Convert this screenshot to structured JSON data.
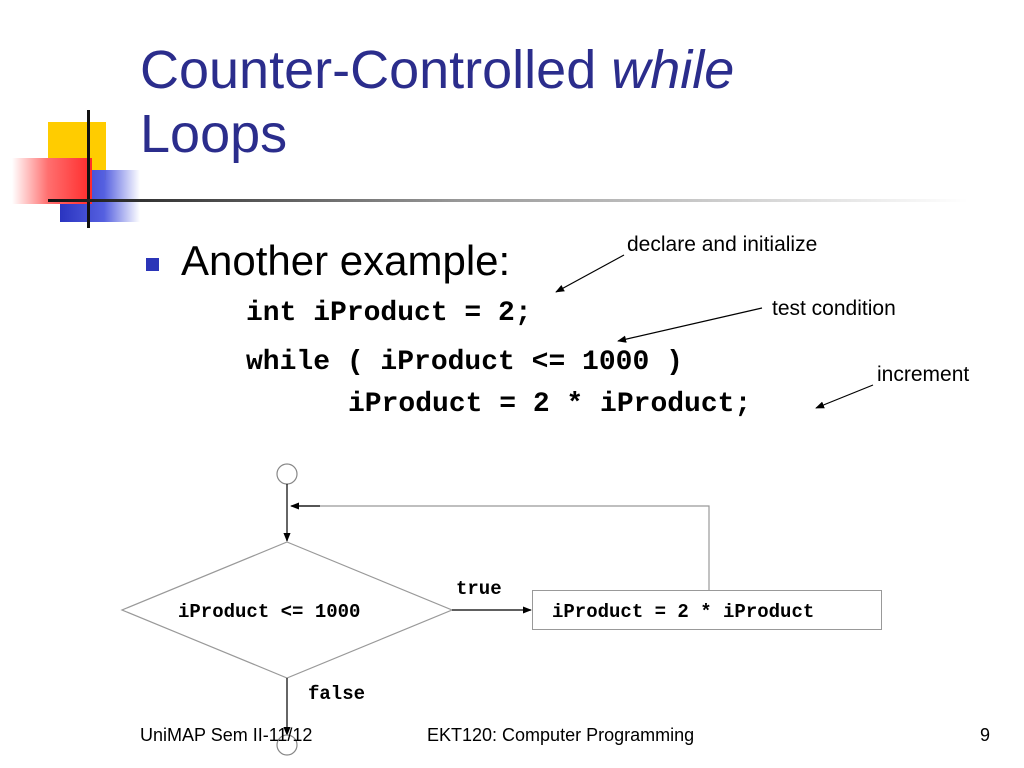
{
  "title": {
    "main": "Counter-Controlled ",
    "italic": "while",
    "line2": "Loops"
  },
  "bullet": {
    "text": "Another example:"
  },
  "code": {
    "line1": "int iProduct = 2;",
    "line2": "while ( iProduct <= 1000 )",
    "line3": "iProduct = 2 * iProduct;"
  },
  "annotations": {
    "declare": "declare and initialize",
    "test": "test condition",
    "increment": "increment"
  },
  "flowchart": {
    "condition": "iProduct <= 1000",
    "body": "iProduct = 2 * iProduct",
    "true_label": "true",
    "false_label": "false"
  },
  "footer": {
    "left": "UniMAP Sem II-11/12",
    "center": "EKT120: Computer Programming",
    "page_number": "9"
  },
  "colors": {
    "title": "#2b2d8c",
    "bullet": "#2b35b8",
    "deco_yellow": "#ffcc00",
    "deco_red": "#ff2a2a",
    "deco_blue": "#2a34c0"
  }
}
